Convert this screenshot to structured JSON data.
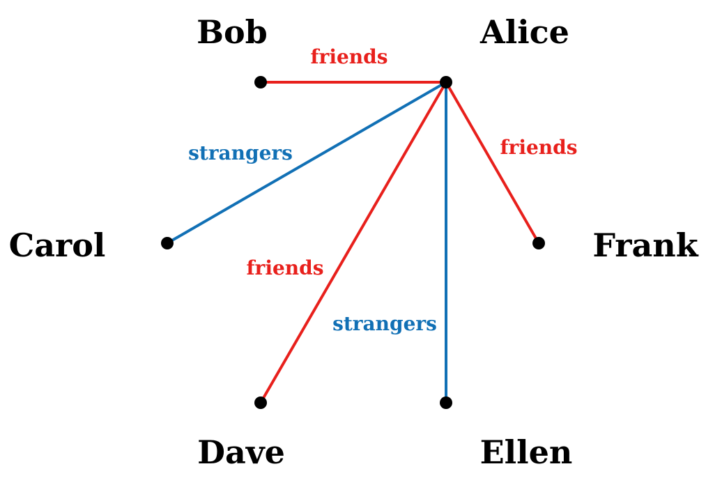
{
  "colors": {
    "friends": "#e8201c",
    "strangers": "#1170b5",
    "node": "#000000"
  },
  "nodes": [
    {
      "id": "bob",
      "label": "Bob"
    },
    {
      "id": "alice",
      "label": "Alice"
    },
    {
      "id": "carol",
      "label": "Carol"
    },
    {
      "id": "frank",
      "label": "Frank"
    },
    {
      "id": "dave",
      "label": "Dave"
    },
    {
      "id": "ellen",
      "label": "Ellen"
    }
  ],
  "edges": [
    {
      "from": "alice",
      "to": "bob",
      "label": "friends",
      "relation": "friends"
    },
    {
      "from": "alice",
      "to": "carol",
      "label": "strangers",
      "relation": "strangers"
    },
    {
      "from": "alice",
      "to": "frank",
      "label": "friends",
      "relation": "friends"
    },
    {
      "from": "alice",
      "to": "dave",
      "label": "friends",
      "relation": "friends"
    },
    {
      "from": "alice",
      "to": "ellen",
      "label": "strangers",
      "relation": "strangers"
    }
  ]
}
